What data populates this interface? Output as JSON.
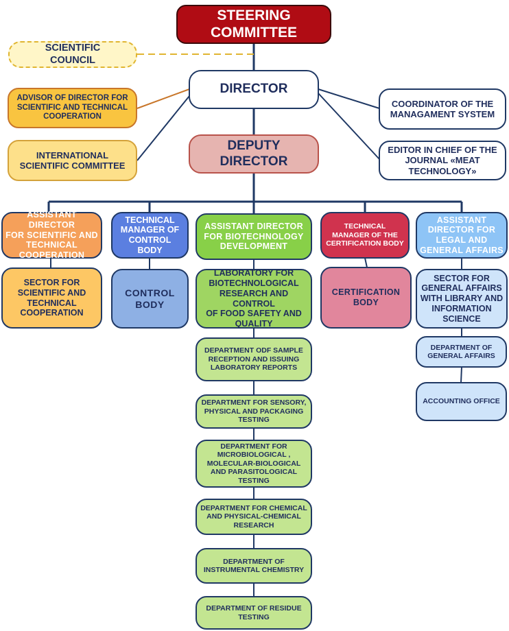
{
  "title": "Organizational structure chart",
  "nodes": {
    "steering_committee": "STEERING\nCOMMITTEE",
    "scientific_council": "SCIENTIFIC\nCOUNCIL",
    "director": "DIRECTOR",
    "advisor": "ADVISOR OF DIRECTOR FOR\nSCIENTIFIC AND TECHNICAL\nCOOPERATION",
    "international_committee": "INTERNATIONAL\nSCIENTIFIC COMMITTEE",
    "coordinator": "COORDINATOR OF THE\nMANAGAMENT SYSTEM",
    "editor": "EDITOR IN CHIEF OF THE\nJOURNAL «MEAT\nTECHNOLOGY»",
    "deputy_director": "DEPUTY\nDIRECTOR",
    "asst_scientific": "ASSISTANT DIRECTOR\nFOR SCIENTIFIC AND\nTECHNICAL\nCOOPERATION",
    "tech_manager_control": "TECHNICAL\nMANAGER OF\nCONTROL BODY",
    "asst_biotech": "ASSISTANT DIRECTOR\nFOR BIOTECHNOLOGY\nDEVELOPMENT",
    "tech_manager_cert": "TECHNICAL\nMANAGER OF THE\nCERTIFICATION BODY",
    "asst_legal": "ASSISTANT\nDIRECTOR FOR\nLEGAL AND\nGENERAL AFFAIRS",
    "sector_scientific": "SECTOR FOR\nSCIENTIFIC AND\nTECHNICAL\nCOOPERATION",
    "control_body": "CONTROL\nBODY",
    "laboratory": "LABORATORY FOR\nBIOTECHNOLOGICAL\nRESEARCH AND CONTROL\nOF FOOD SAFETY AND\nQUALITY",
    "certification_body": "CERTIFICATION\nBODY",
    "sector_general": "SECTOR FOR\nGENERAL AFFAIRS\nWITH LIBRARY AND\nINFORMATION\nSCIENCE",
    "dept_sample": "DEPARTMENT ODF SAMPLE\nRECEPTION AND ISSUING\nLABORATORY REPORTS",
    "dept_sensory": "DEPARTMENT FOR SENSORY,\nPHYSICAL AND PACKAGING\nTESTING",
    "dept_micro": "DEPARTMENT FOR\nMICROBIOLOGICAL ,\nMOLECULAR-BIOLOGICAL\nAND PARASITOLOGICAL\nTESTING",
    "dept_chemical": "DEPARTMENT FOR CHEMICAL\nAND PHYSICAL-CHEMICAL\nRESEARCH",
    "dept_instrumental": "DEPARTMENT OF\nINSTRUMENTAL CHEMISTRY",
    "dept_residue": "DEPARTMENT OF RESIDUE\nTESTING",
    "dept_general_affairs": "DEPARTMENT OF\nGENERAL AFFAIRS",
    "accounting": "ACCOUNTING OFFICE"
  },
  "colors": {
    "line": "#1f3864",
    "steering": "#b00c14",
    "council": "#fff6c8",
    "advisor": "#f9c440",
    "international": "#fde08a",
    "deputy": "#e6b4b0",
    "orange": "#f5a05a",
    "blue": "#5b7fe0",
    "green": "#88d048",
    "red": "#d0334e",
    "lightblue": "#8ec4f6",
    "sector_orange": "#fdc764",
    "control_blue": "#8eb0e4",
    "lab_green": "#9fd562",
    "cert_pink": "#e1869c",
    "pale_blue": "#cfe4fa",
    "pale_green": "#c3e591"
  }
}
